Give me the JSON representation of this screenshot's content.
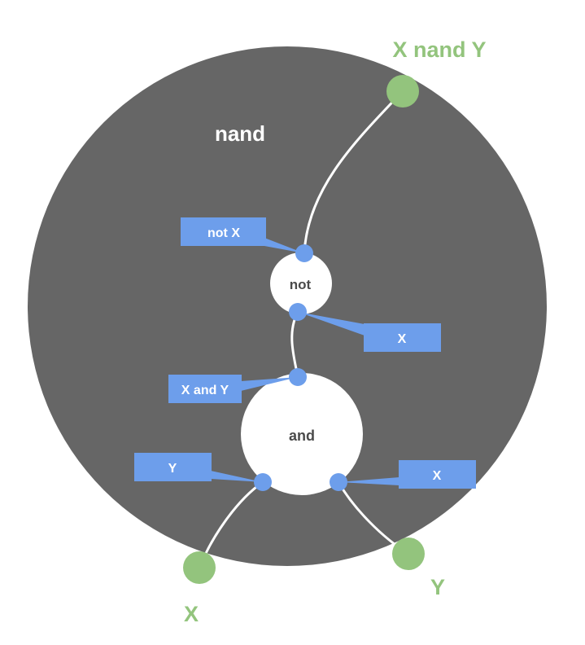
{
  "diagram": {
    "outer_gate": {
      "label": "nand"
    },
    "output_label": "X nand Y",
    "input_x_label": "X",
    "input_y_label": "Y",
    "not_gate": {
      "label": "not",
      "output_callout": "not X",
      "input_callout": "X"
    },
    "and_gate": {
      "label": "and",
      "output_callout": "X and Y",
      "left_input_callout": "Y",
      "right_input_callout": "X"
    }
  },
  "colors": {
    "outer_fill": "#666666",
    "gate_fill": "#ffffff",
    "port_fill": "#6d9eeb",
    "callout_fill": "#6d9eeb",
    "terminal_fill": "#93c47d",
    "terminal_text": "#93c47d",
    "wire": "#ffffff",
    "gate_text": "#4a4a4a"
  }
}
